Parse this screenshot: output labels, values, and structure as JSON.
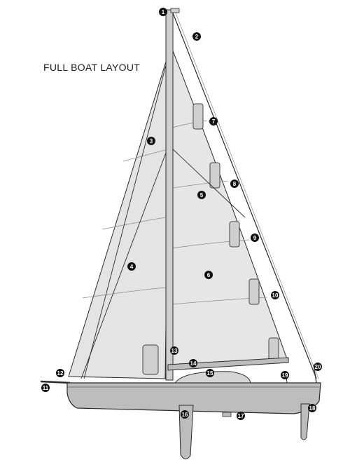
{
  "title": "FULL BOAT LAYOUT",
  "colors": {
    "sail": "#e4e4e4",
    "hull": "#bdbdbd",
    "line": "#2a2a2a",
    "callout": "#111111"
  },
  "callouts": [
    "1",
    "2",
    "3",
    "4",
    "5",
    "6",
    "7",
    "8",
    "9",
    "10",
    "11",
    "12",
    "13",
    "14",
    "15",
    "16",
    "17",
    "18",
    "19",
    "20"
  ]
}
